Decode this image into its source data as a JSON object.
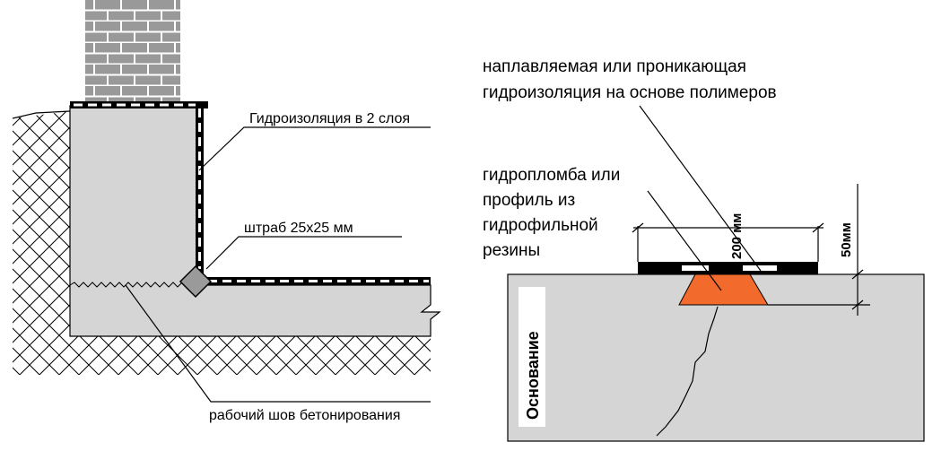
{
  "left_diagram": {
    "label_waterproofing": "Гидроизоляция  в 2 слоя",
    "label_groove": "штраб   25x25 мм",
    "label_joint": "рабочий шов бетонирования"
  },
  "right_diagram": {
    "label_membrane_line1": "наплавляемая или проникающая",
    "label_membrane_line2": "гидроизоляция на основе полимеров",
    "label_seal_line1": "гидропломба или",
    "label_seal_line2": "профиль из",
    "label_seal_line3": "гидрофильной",
    "label_seal_line4": "резины",
    "dim_width": "200 мм",
    "dim_depth": "50мм",
    "label_base": "Основание"
  },
  "colors": {
    "concrete": "#d5d5d5",
    "brick": "#999999",
    "seal": "#f26b2d",
    "line": "#000000"
  }
}
